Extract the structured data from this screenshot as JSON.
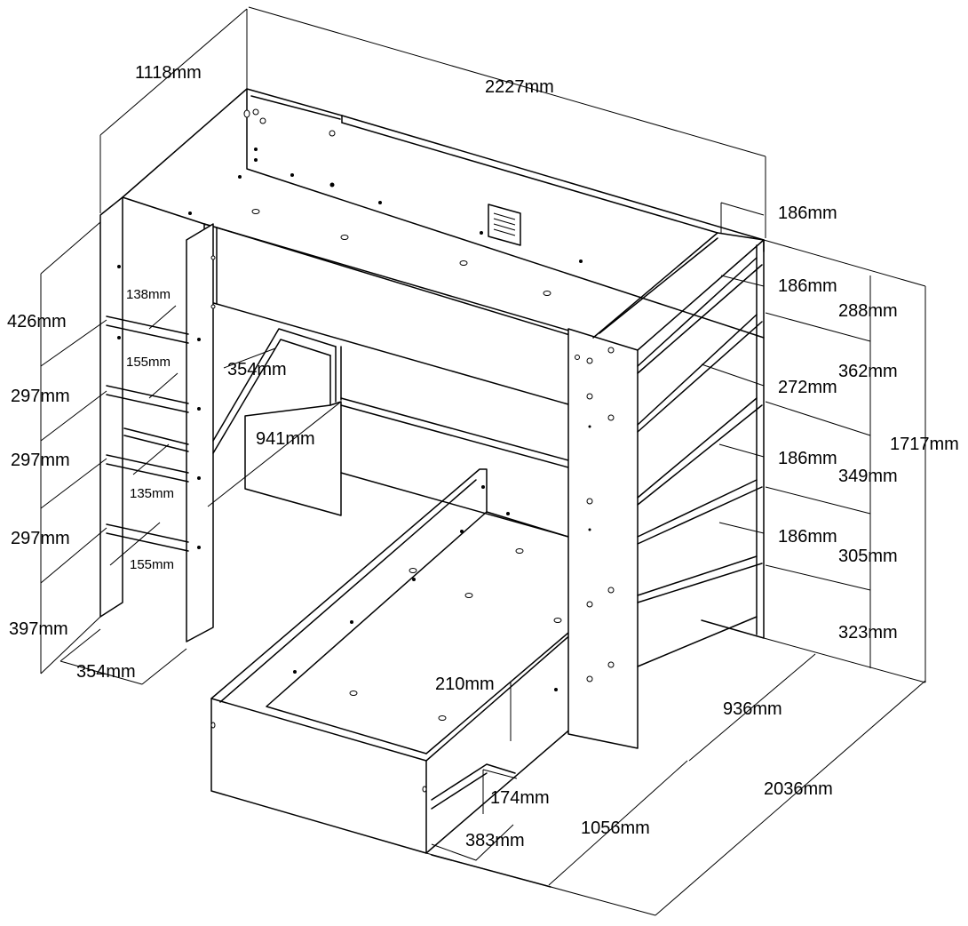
{
  "diagram": {
    "dimensions": {
      "depth_total": "1118mm",
      "length_total": "2227mm",
      "shelf_depth_top": "186mm",
      "shelf_depth_2": "186mm",
      "shelf_depth_3": "272mm",
      "shelf_depth_4": "186mm",
      "shelf_depth_5": "186mm",
      "shelf_gap_1": "288mm",
      "shelf_gap_2": "362mm",
      "shelf_gap_3": "349mm",
      "shelf_gap_4": "305mm",
      "shelf_gap_5": "323mm",
      "height_total": "1717mm",
      "ladder_top": "426mm",
      "ladder_gap_1": "297mm",
      "ladder_gap_2": "297mm",
      "ladder_gap_3": "297mm",
      "ladder_bottom": "397mm",
      "ladder_width": "354mm",
      "ladder_rung_1": "138mm",
      "ladder_rung_2": "155mm",
      "ladder_rung_3": "135mm",
      "ladder_rung_4": "155mm",
      "desk_width": "354mm",
      "desk_length": "941mm",
      "bed_side_height": "210mm",
      "drawer_height": "174mm",
      "drawer_depth": "383mm",
      "lower_bed_width": "1056mm",
      "bookcase_length": "936mm",
      "lower_length": "2036mm"
    }
  }
}
